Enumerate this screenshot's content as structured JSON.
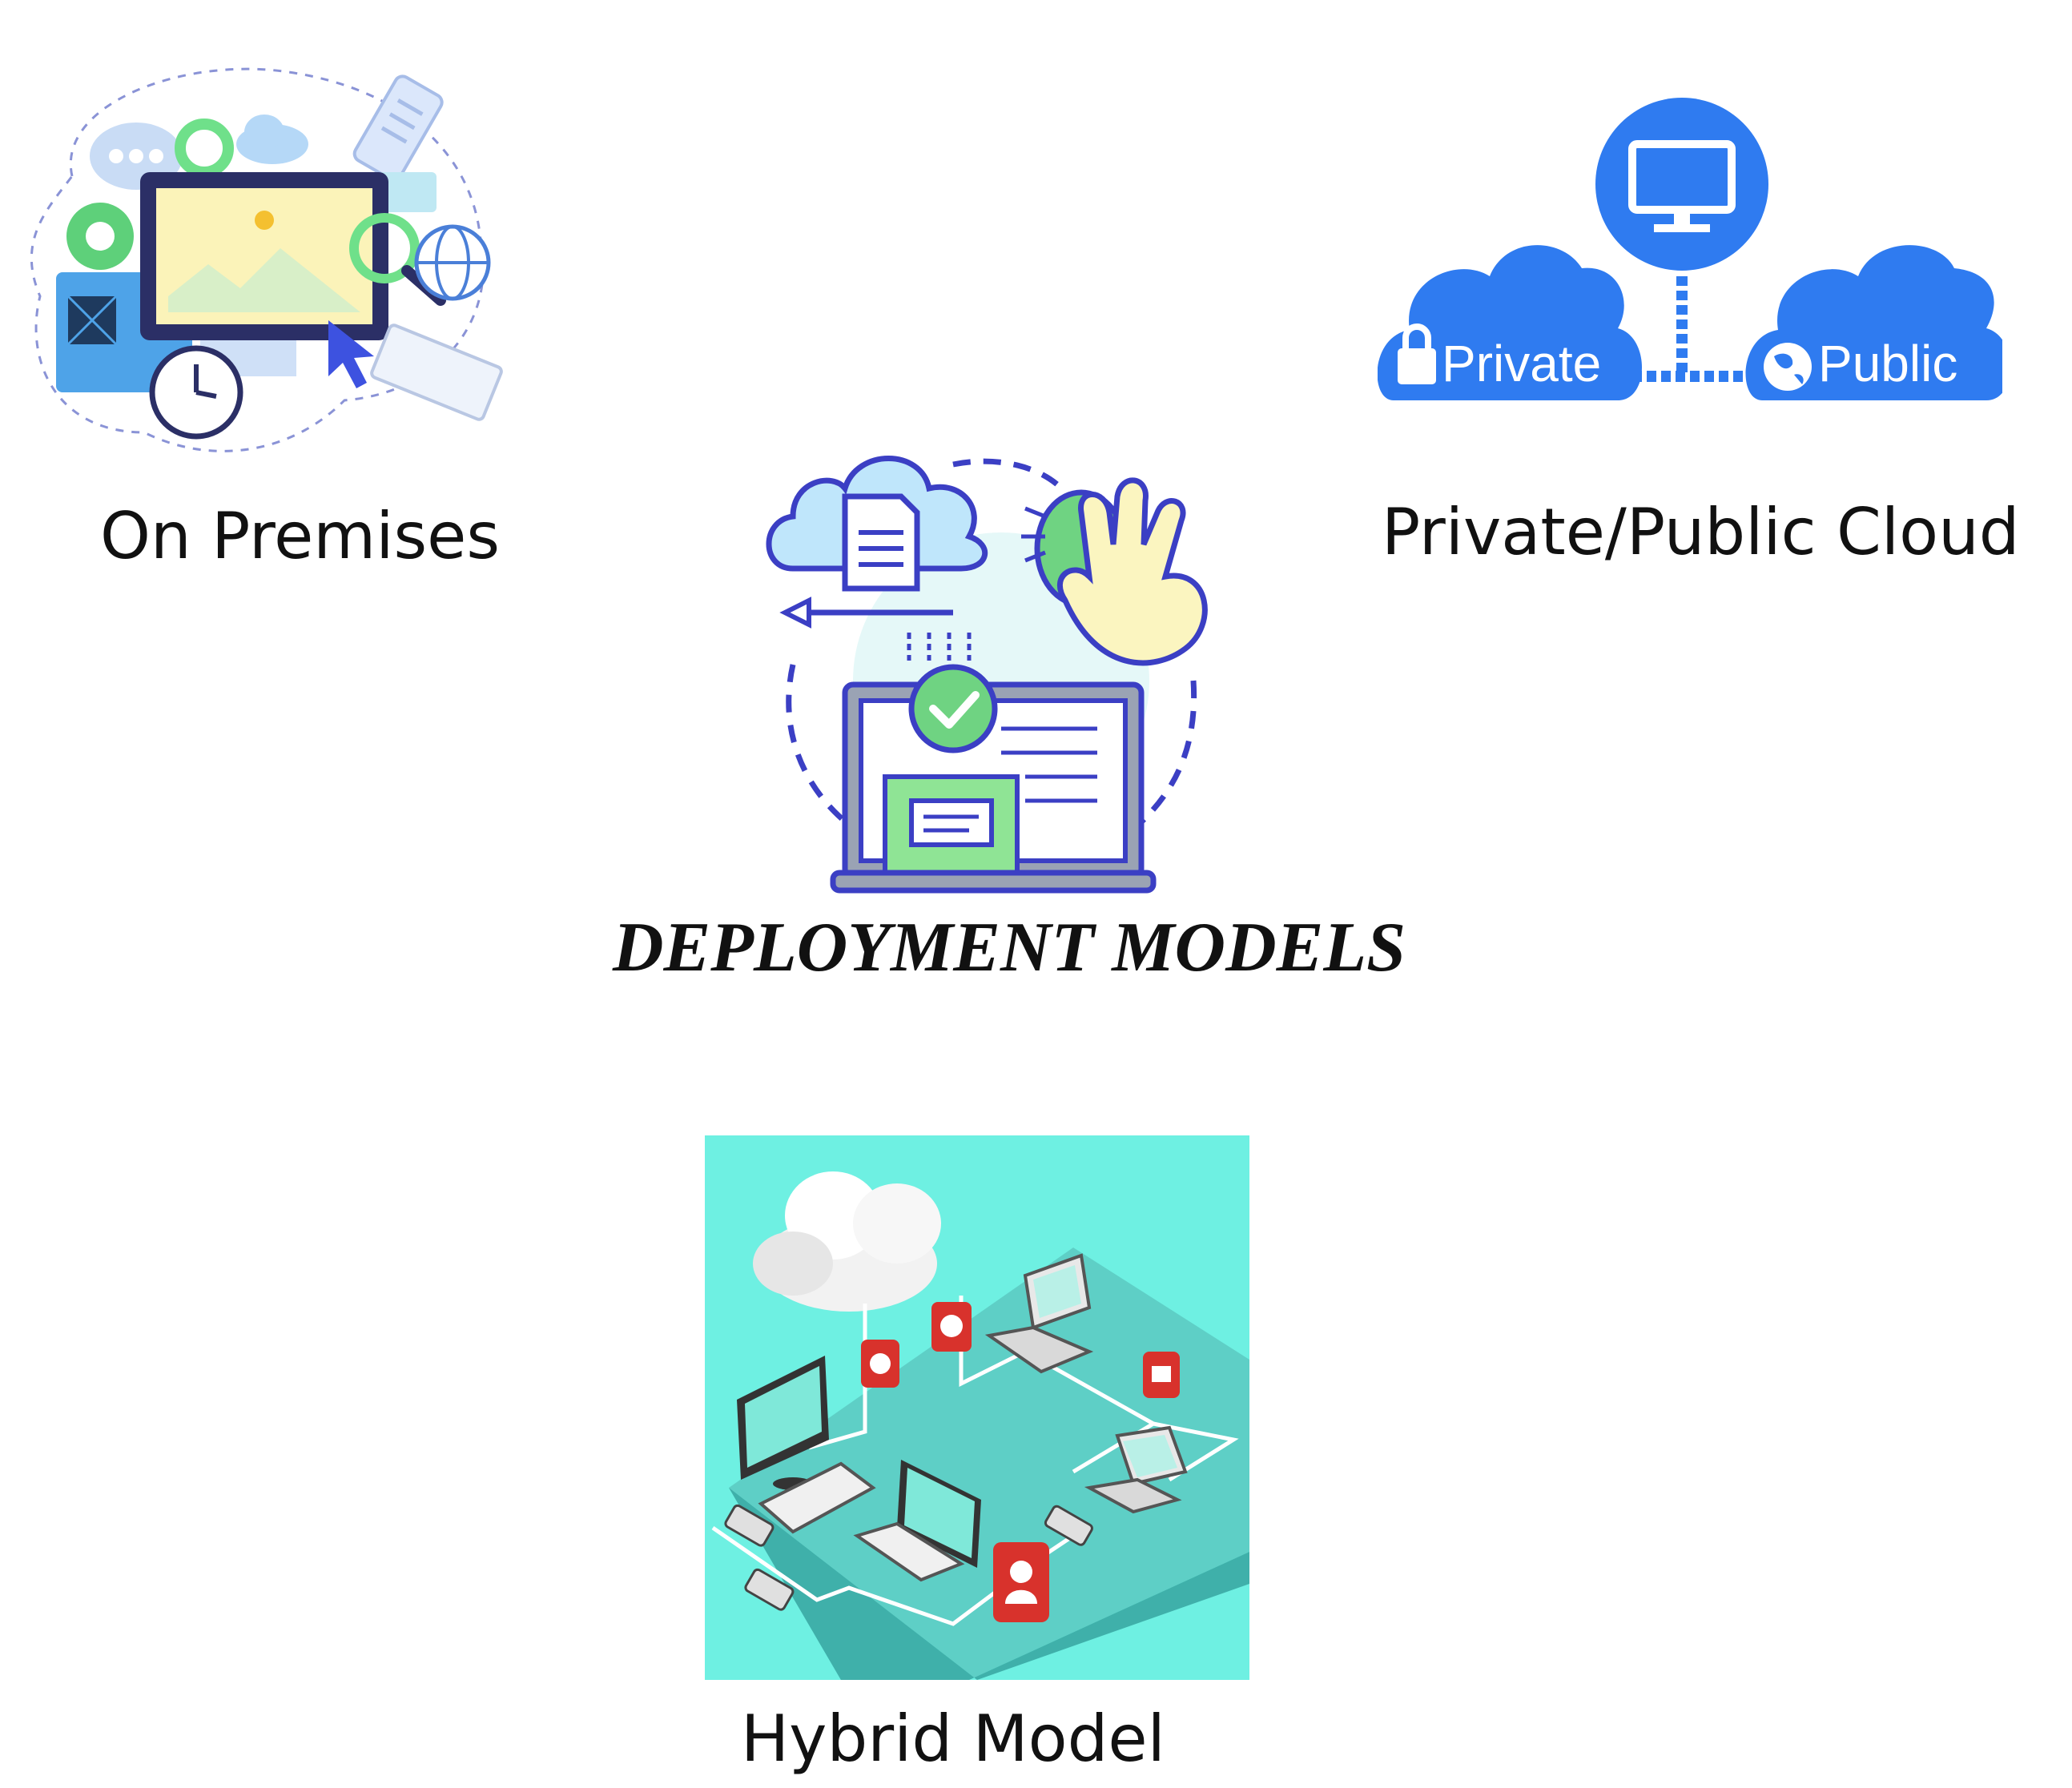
{
  "title": "DEPLOYMENT MODELS",
  "models": {
    "on_premises": "On Premises",
    "cloud": "Private/Public Cloud",
    "hybrid": "Hybrid Model"
  },
  "cloud_diagram": {
    "private_label": "Private",
    "public_label": "Public"
  },
  "icons": [
    "laptop-icon",
    "cloud-icon",
    "hand-icon",
    "check-icon",
    "monitor-icon",
    "lock-icon",
    "globe-icon",
    "clock-icon",
    "gear-icon"
  ],
  "colors": {
    "cloud_blue": "#2f7bf0",
    "teal_background": "#5fd6c8",
    "purple_outline": "#3b3fc4",
    "green": "#7fe58a",
    "red_badge": "#d8322c"
  }
}
